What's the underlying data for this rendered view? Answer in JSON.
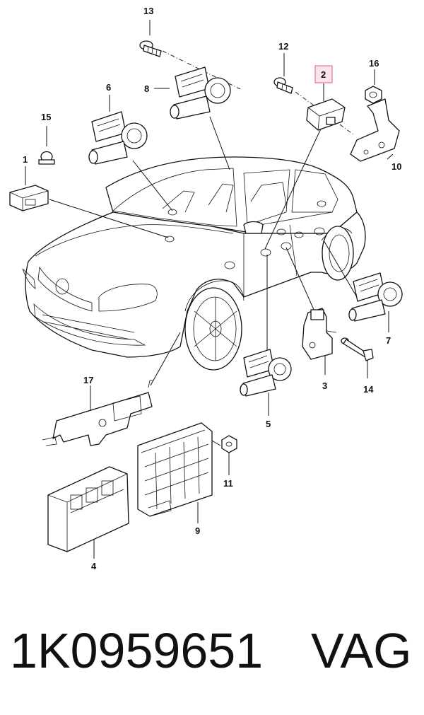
{
  "diagram": {
    "callouts": {
      "c1": "1",
      "c2": "2",
      "c3": "3",
      "c4": "4",
      "c5": "5",
      "c6": "6",
      "c7": "7",
      "c8": "8",
      "c9": "9",
      "c10": "10",
      "c11": "11",
      "c12": "12",
      "c13": "13",
      "c14": "14",
      "c15": "15",
      "c16": "16",
      "c17": "17"
    },
    "highlighted_callout": "2",
    "highlight_color": "#fde4ea"
  },
  "footer": {
    "part_number": "1K0959651",
    "brand": "VAG"
  }
}
